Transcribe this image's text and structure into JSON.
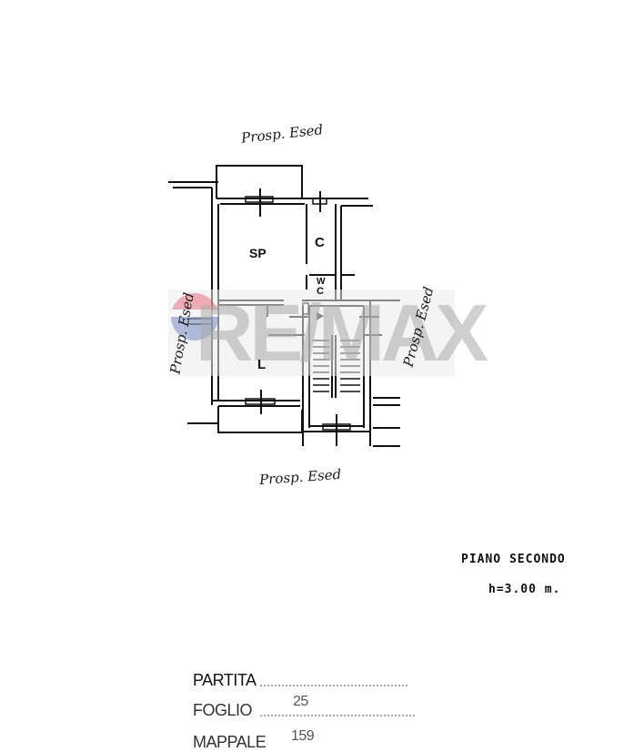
{
  "document": {
    "type": "floor-plan",
    "watermark": "RE/MAX"
  },
  "labels": {
    "top": "Prosp. Esed",
    "left": "Prosp. Esed",
    "right": "Prosp. Esed",
    "bottom": "Prosp. Esed"
  },
  "rooms": {
    "sp": "SP",
    "c": "C",
    "wc_top": "W",
    "wc_bottom": "C",
    "l": "L"
  },
  "floor_note": {
    "level": "PIANO SECONDO",
    "height": "h=3.00 m."
  },
  "stamp": {
    "partita_label": "PARTITA",
    "foglio_label": "FOGLIO",
    "foglio_value": "25",
    "mappale_label": "MAPPALE",
    "mappale_value": "159"
  }
}
